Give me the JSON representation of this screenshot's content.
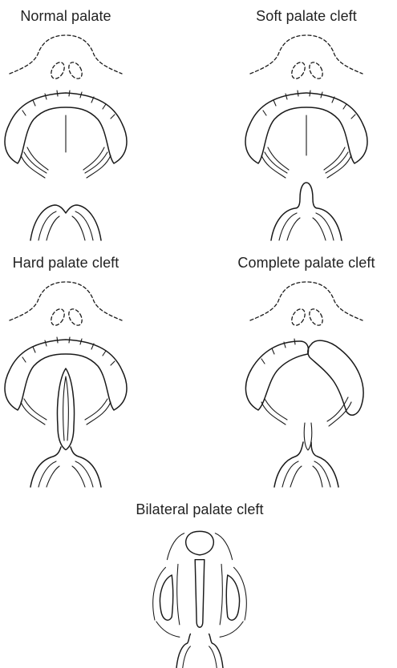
{
  "figure": {
    "panels": [
      {
        "id": "normal",
        "label": "Normal palate"
      },
      {
        "id": "soft",
        "label": "Soft palate cleft"
      },
      {
        "id": "hard",
        "label": "Hard palate cleft"
      },
      {
        "id": "complete",
        "label": "Complete palate cleft"
      },
      {
        "id": "bilateral",
        "label": "Bilateral palate cleft"
      }
    ]
  }
}
